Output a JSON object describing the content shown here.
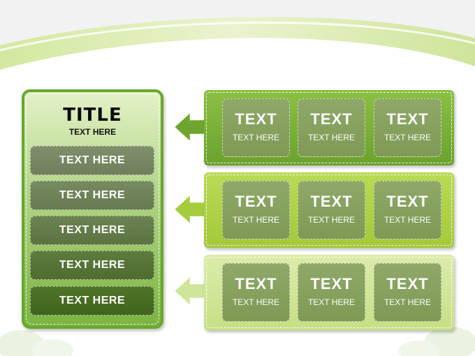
{
  "left_panel": {
    "title": "TITLE",
    "subtitle": "TEXT HERE",
    "items": [
      {
        "label": "TEXT HERE"
      },
      {
        "label": "TEXT HERE"
      },
      {
        "label": "TEXT HERE"
      },
      {
        "label": "TEXT HERE"
      },
      {
        "label": "TEXT HERE"
      }
    ]
  },
  "rows": [
    {
      "cells": [
        {
          "heading": "TEXT",
          "label": "TEXT HERE"
        },
        {
          "heading": "TEXT",
          "label": "TEXT HERE"
        },
        {
          "heading": "TEXT",
          "label": "TEXT HERE"
        }
      ]
    },
    {
      "cells": [
        {
          "heading": "TEXT",
          "label": "TEXT HERE"
        },
        {
          "heading": "TEXT",
          "label": "TEXT HERE"
        },
        {
          "heading": "TEXT",
          "label": "TEXT HERE"
        }
      ]
    },
    {
      "cells": [
        {
          "heading": "TEXT",
          "label": "TEXT HERE"
        },
        {
          "heading": "TEXT",
          "label": "TEXT HERE"
        },
        {
          "heading": "TEXT",
          "label": "TEXT HERE"
        }
      ]
    }
  ],
  "colors": {
    "accent_green": "#68a82e",
    "light_green": "#cfe59a",
    "cell_gray_green": "#8fa868"
  }
}
